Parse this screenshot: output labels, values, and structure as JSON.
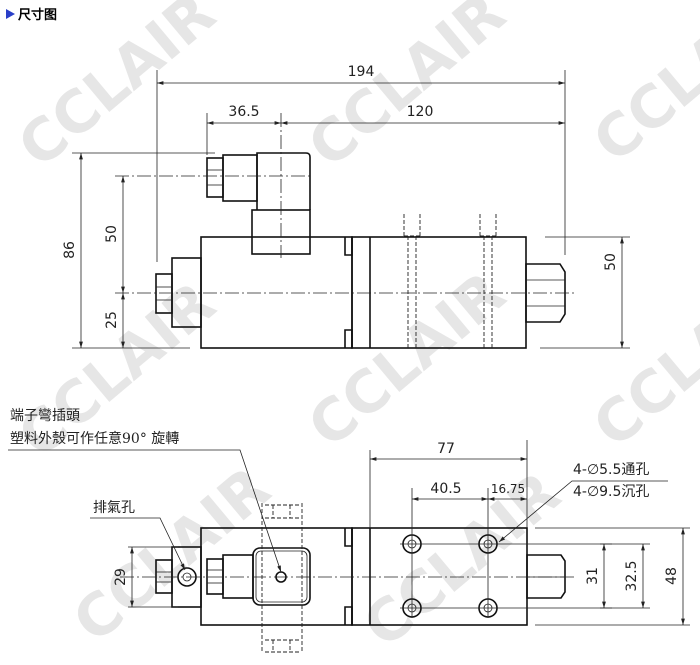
{
  "header": {
    "title": "尺寸图",
    "icon": "triangle-bullet-icon",
    "icon_color": "#2a3fc8"
  },
  "watermark": "CCLAIR",
  "side_view": {
    "dims": {
      "overall_length": "194",
      "connector_offset": "36.5",
      "connector_to_end": "120",
      "total_height": "86",
      "connector_height": "50",
      "axis_height": "25",
      "body_height": "50"
    }
  },
  "top_view": {
    "dims": {
      "mount_width": "77",
      "hole_pitch": "40.5",
      "hole_edge": "16.75",
      "cap_width": "29",
      "hole_spacing": "31",
      "hole_spacing_outer": "32.5",
      "body_width": "48"
    },
    "labels": {
      "connector_line1": "端子彎插頭",
      "connector_line2": "塑料外殼可作任意90° 旋轉",
      "vent": "排氣孔",
      "holes_line1": "4-∅5.5通孔",
      "holes_line2": "4-∅9.5沉孔"
    }
  }
}
